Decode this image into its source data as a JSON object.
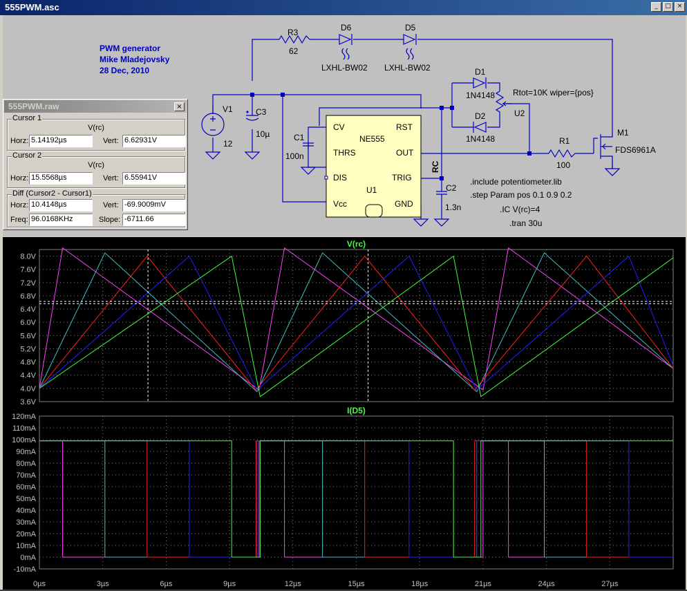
{
  "window": {
    "title": "555PWM.asc",
    "controls": [
      "_",
      "□",
      "×"
    ]
  },
  "schematic": {
    "comment_lines": [
      "PWM generator",
      "Mike Mladejovsky",
      "28 Dec, 2010"
    ],
    "components": {
      "R3": {
        "name": "R3",
        "value": "62"
      },
      "D6": {
        "name": "D6",
        "value": "LXHL-BW02"
      },
      "D5": {
        "name": "D5",
        "value": "LXHL-BW02"
      },
      "D1": {
        "name": "D1",
        "value": "1N4148"
      },
      "D2": {
        "name": "D2",
        "value": "1N4148"
      },
      "U2": {
        "name": "U2",
        "value": "Rtot=10K wiper={pos}"
      },
      "V1": {
        "name": "V1",
        "value": "12"
      },
      "C3": {
        "name": "C3",
        "value": "10µ"
      },
      "C1": {
        "name": "C1",
        "value": "100n"
      },
      "C2": {
        "name": "C2",
        "value": "1.3n"
      },
      "R1": {
        "name": "R1",
        "value": "100"
      },
      "M1": {
        "name": "M1",
        "value": "FDS6961A"
      },
      "U1": {
        "name": "U1",
        "value": "NE555"
      }
    },
    "ic_pins": {
      "cv": "CV",
      "thrs": "THRS",
      "dis": "DIS",
      "vcc": "Vcc",
      "rst": "RST",
      "out": "OUT",
      "trig": "TRIG",
      "gnd": "GND"
    },
    "net_label": "RC",
    "directives": [
      ".include potentiometer.lib",
      ".step Param pos 0.1 0.9 0.2",
      ".IC V(rc)=4",
      ".tran 30u"
    ]
  },
  "cursor_window": {
    "title": "555PWM.raw",
    "close": "×",
    "cursor1": {
      "legend": "Cursor 1",
      "signal": "V(rc)",
      "horz_label": "Horz:",
      "horz": "5.14192µs",
      "vert_label": "Vert:",
      "vert": "6.62931V"
    },
    "cursor2": {
      "legend": "Cursor 2",
      "signal": "V(rc)",
      "horz_label": "Horz:",
      "horz": "15.5568µs",
      "vert_label": "Vert:",
      "vert": "6.55941V"
    },
    "diff": {
      "legend": "Diff (Cursor2 - Cursor1)",
      "horz_label": "Horz:",
      "horz": "10.4148µs",
      "vert_label": "Vert:",
      "vert": "-69.9009mV",
      "freq_label": "Freq:",
      "freq": "96.0168KHz",
      "slope_label": "Slope:",
      "slope": "-6711.66"
    }
  },
  "colors": {
    "wire": "#0000c0",
    "ic_fill": "#ffffc0",
    "comment": "#0000c0",
    "plot_bg": "#000000",
    "grid": "#808080",
    "trace_colors": [
      "#ff40ff",
      "#40c0c0",
      "#ff2020",
      "#2020ff",
      "#40ff40"
    ]
  },
  "chart_data": [
    {
      "type": "line",
      "title": "V(rc)",
      "x": {
        "label": "",
        "range": [
          0,
          30
        ],
        "ticks": [
          "0µs",
          "3µs",
          "6µs",
          "9µs",
          "12µs",
          "15µs",
          "18µs",
          "21µs",
          "24µs",
          "27µs"
        ]
      },
      "y": {
        "range": [
          3.6,
          8.2
        ],
        "ticks": [
          "3.6V",
          "4.0V",
          "4.4V",
          "4.8V",
          "5.2V",
          "5.6V",
          "6.0V",
          "6.4V",
          "6.8V",
          "7.2V",
          "7.6V",
          "8.0V"
        ]
      },
      "grid": true,
      "cursors": {
        "x": [
          5.14,
          15.56
        ],
        "y": [
          6.63,
          6.56
        ]
      },
      "series": [
        {
          "values": [
            [
              0,
              4.0
            ],
            [
              1.1,
              8.25
            ],
            [
              10.4,
              3.95
            ],
            [
              11.6,
              8.25
            ],
            [
              21.0,
              3.95
            ],
            [
              22.2,
              8.25
            ],
            [
              30,
              4.6
            ]
          ]
        },
        {
          "values": [
            [
              0,
              4.0
            ],
            [
              3.1,
              8.1
            ],
            [
              10.3,
              3.9
            ],
            [
              13.4,
              8.1
            ],
            [
              20.7,
              3.9
            ],
            [
              23.9,
              8.1
            ],
            [
              30,
              4.6
            ]
          ]
        },
        {
          "values": [
            [
              0,
              4.0
            ],
            [
              5.1,
              8.0
            ],
            [
              10.25,
              3.95
            ],
            [
              15.4,
              8.0
            ],
            [
              20.6,
              3.95
            ],
            [
              25.9,
              8.0
            ],
            [
              30,
              4.6
            ]
          ]
        },
        {
          "values": [
            [
              0,
              4.0
            ],
            [
              7.1,
              8.0
            ],
            [
              10.3,
              3.95
            ],
            [
              17.5,
              8.0
            ],
            [
              20.7,
              3.95
            ],
            [
              27.9,
              8.0
            ],
            [
              30,
              4.7
            ]
          ]
        },
        {
          "values": [
            [
              0,
              4.0
            ],
            [
              9.1,
              8.0
            ],
            [
              10.45,
              3.75
            ],
            [
              19.6,
              8.0
            ],
            [
              20.9,
              3.75
            ],
            [
              30,
              7.95
            ]
          ]
        }
      ]
    },
    {
      "type": "line",
      "title": "I(D5)",
      "x": {
        "label": "",
        "range": [
          0,
          30
        ],
        "ticks": [
          "0µs",
          "3µs",
          "6µs",
          "9µs",
          "12µs",
          "15µs",
          "18µs",
          "21µs",
          "24µs",
          "27µs"
        ]
      },
      "y": {
        "range": [
          -10,
          120
        ],
        "ticks": [
          "-10mA",
          "0mA",
          "10mA",
          "20mA",
          "30mA",
          "40mA",
          "50mA",
          "60mA",
          "70mA",
          "80mA",
          "90mA",
          "100mA",
          "110mA",
          "120mA"
        ]
      },
      "grid": true,
      "series": [
        {
          "values": [
            [
              0,
              99
            ],
            [
              1.1,
              99
            ],
            [
              1.1,
              0
            ],
            [
              10.4,
              0
            ],
            [
              10.4,
              99
            ],
            [
              11.6,
              99
            ],
            [
              11.6,
              0
            ],
            [
              21.0,
              0
            ],
            [
              21.0,
              99
            ],
            [
              22.2,
              99
            ],
            [
              22.2,
              0
            ],
            [
              30,
              0
            ]
          ]
        },
        {
          "values": [
            [
              0,
              99
            ],
            [
              3.1,
              99
            ],
            [
              3.1,
              0
            ],
            [
              10.3,
              0
            ],
            [
              10.3,
              99
            ],
            [
              13.4,
              99
            ],
            [
              13.4,
              0
            ],
            [
              20.7,
              0
            ],
            [
              20.7,
              99
            ],
            [
              23.9,
              99
            ],
            [
              23.9,
              0
            ],
            [
              30,
              0
            ]
          ]
        },
        {
          "values": [
            [
              0,
              99
            ],
            [
              5.1,
              99
            ],
            [
              5.1,
              0
            ],
            [
              10.25,
              0
            ],
            [
              10.25,
              99
            ],
            [
              15.4,
              99
            ],
            [
              15.4,
              0
            ],
            [
              20.6,
              0
            ],
            [
              20.6,
              99
            ],
            [
              25.9,
              99
            ],
            [
              25.9,
              0
            ],
            [
              30,
              0
            ]
          ]
        },
        {
          "values": [
            [
              0,
              99
            ],
            [
              7.1,
              99
            ],
            [
              7.1,
              0
            ],
            [
              10.3,
              0
            ],
            [
              10.3,
              99
            ],
            [
              17.5,
              99
            ],
            [
              17.5,
              0
            ],
            [
              20.7,
              0
            ],
            [
              20.7,
              99
            ],
            [
              27.9,
              99
            ],
            [
              27.9,
              0
            ],
            [
              30,
              0
            ]
          ]
        },
        {
          "values": [
            [
              0,
              99
            ],
            [
              9.1,
              99
            ],
            [
              9.1,
              0
            ],
            [
              10.45,
              0
            ],
            [
              10.45,
              99
            ],
            [
              19.6,
              99
            ],
            [
              19.6,
              0
            ],
            [
              20.9,
              0
            ],
            [
              20.9,
              99
            ],
            [
              30,
              99
            ]
          ]
        }
      ]
    }
  ]
}
